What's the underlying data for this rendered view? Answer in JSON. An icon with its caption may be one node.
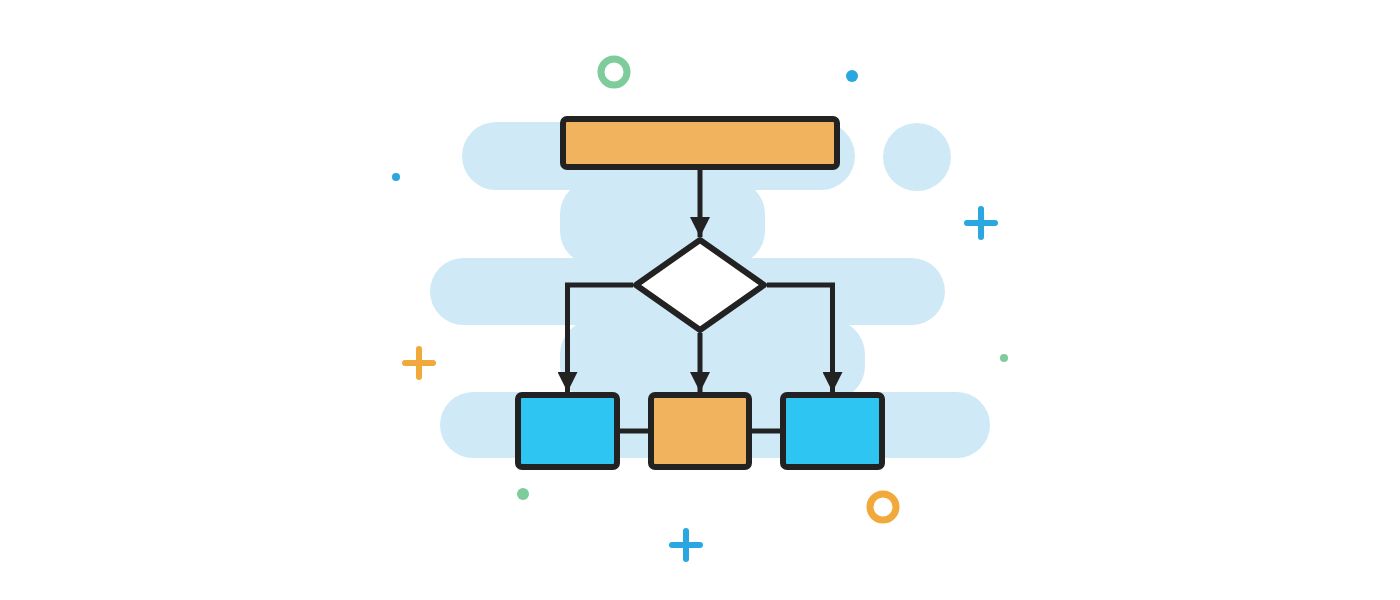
{
  "diagram": {
    "nodes": [
      {
        "text": [],
        "shape": "bar"
      },
      {
        "text": [],
        "shape": "diamond"
      },
      {
        "text": [],
        "shape": "box"
      },
      {
        "text": [],
        "shape": "box"
      },
      {
        "text": [],
        "shape": "box"
      }
    ],
    "edges": [
      {
        "from": 0,
        "to": 1,
        "arrow": "to"
      },
      {
        "from": 1,
        "to": 2,
        "arrow": "to"
      },
      {
        "from": 1,
        "to": 3,
        "arrow": "to"
      },
      {
        "from": 1,
        "to": 4,
        "arrow": "to"
      },
      {
        "from": 2,
        "to": 3,
        "arrow": "none"
      },
      {
        "from": 3,
        "to": 4,
        "arrow": "none"
      }
    ]
  }
}
